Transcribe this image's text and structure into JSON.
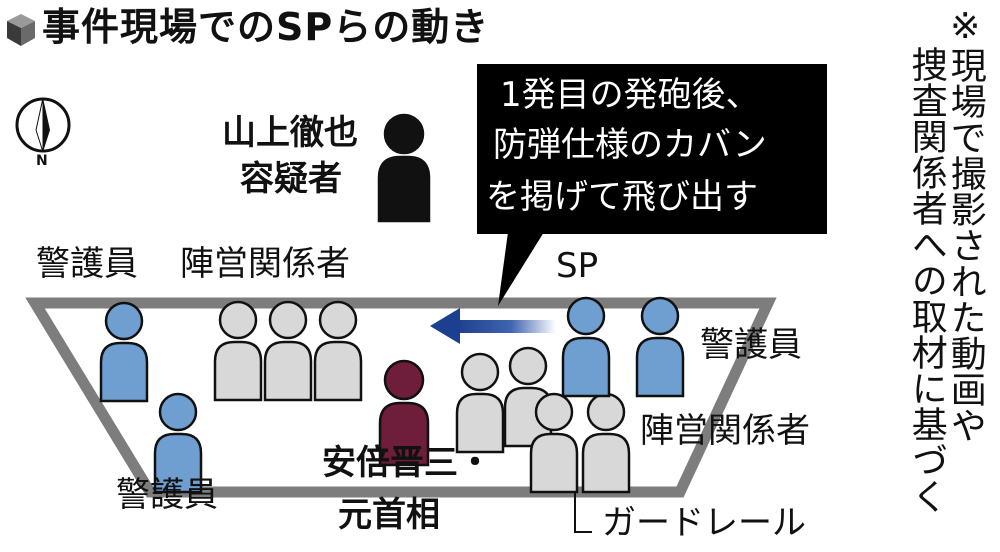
{
  "title": "事件現場でのSPらの動き",
  "note": {
    "line1": "※現場で撮影された動画や",
    "line2": "捜査関係者への取材に基づく"
  },
  "compass": {
    "label": "N",
    "icon": "north-arrow-icon"
  },
  "suspect": {
    "name": "山上徹也",
    "role": "容疑者"
  },
  "callout": {
    "lines": [
      "1発目の発砲後、",
      "防弾仕様のカバン",
      "を掲げて飛び出す"
    ]
  },
  "labels": {
    "guard_top_left": "警護員",
    "camp_top": "陣営関係者",
    "sp": "SP",
    "guard_right": "警護員",
    "camp_right": "陣営関係者",
    "guard_bottom": "警護員",
    "victim_line1": "安倍晋三・",
    "victim_line2": "元首相",
    "guardrail": "ガードレール"
  },
  "colors": {
    "guard": "#6f9fd0",
    "camp": "#d8d8d8",
    "victim": "#6e1e3a",
    "suspect": "#111111",
    "arrow": "#1d3f8f",
    "rail": "#7d7d7d"
  }
}
